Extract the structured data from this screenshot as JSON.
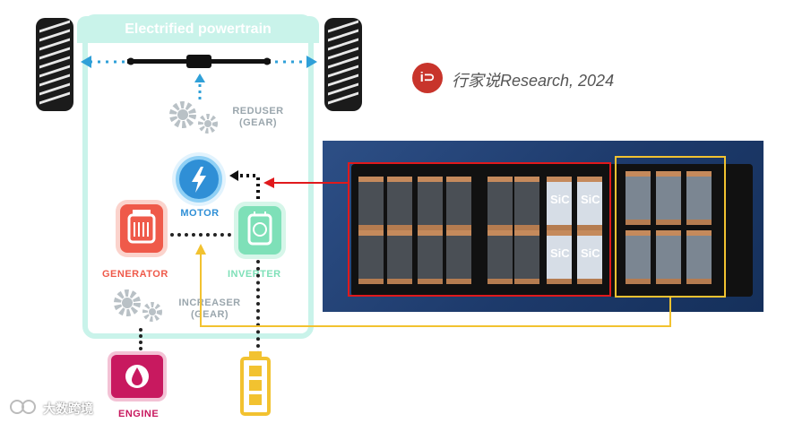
{
  "powertrain": {
    "title": "Electrified powertrain",
    "reducer_label": "REDUSER",
    "reducer_sub": "(GEAR)",
    "motor_label": "MOTOR",
    "generator_label": "GENERATOR",
    "inverter_label": "INVERTER",
    "increaser_label": "INCREASER",
    "increaser_sub": "(GEAR)",
    "engine_label": "ENGINE"
  },
  "brand": {
    "logo_text": "i⊃",
    "text": "行家说Research, 2024"
  },
  "module_photo": {
    "sic_labels": [
      "SiC",
      "SiC",
      "SiC",
      "SiC"
    ]
  },
  "colors": {
    "frame": "#c9f3ea",
    "motor": "#2f8fd6",
    "generator": "#ef5a4a",
    "inverter": "#7ee0b8",
    "engine": "#c8195f",
    "battery": "#f2c230",
    "red_box": "#e0191c",
    "yellow_box": "#f2c230",
    "arrow_blue": "#2fa0d8"
  },
  "watermark": "大数跨境"
}
